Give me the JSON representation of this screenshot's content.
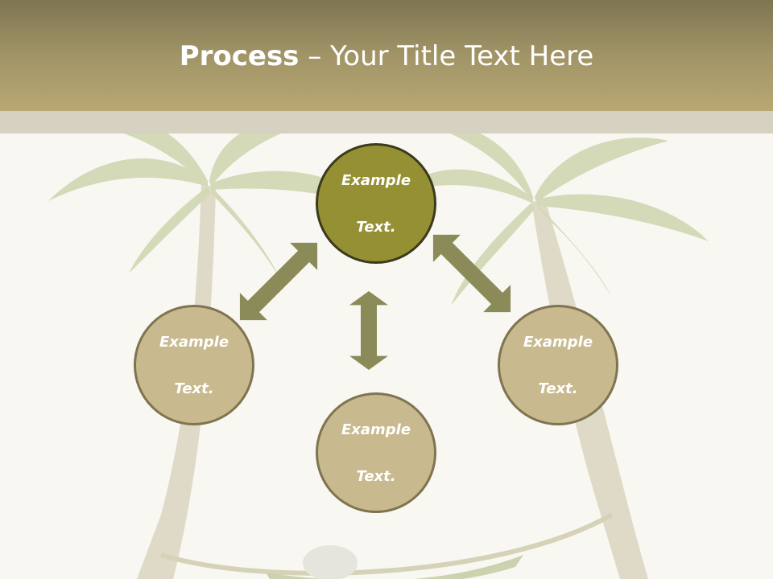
{
  "title": {
    "bold": "Process",
    "rest": " – Your Title Text Here"
  },
  "nodes": {
    "center": {
      "line1": "Example",
      "line2": "Text."
    },
    "left": {
      "line1": "Example",
      "line2": "Text."
    },
    "bottom": {
      "line1": "Example",
      "line2": "Text."
    },
    "right": {
      "line1": "Example",
      "line2": "Text."
    }
  },
  "colors": {
    "header": "#a19466",
    "center_node": "#949033",
    "outer_node": "#c9b98e",
    "arrow": "#8b8b5a"
  },
  "icons": [
    "double-arrow-icon",
    "palm-tree-illustration",
    "hammock-illustration"
  ]
}
